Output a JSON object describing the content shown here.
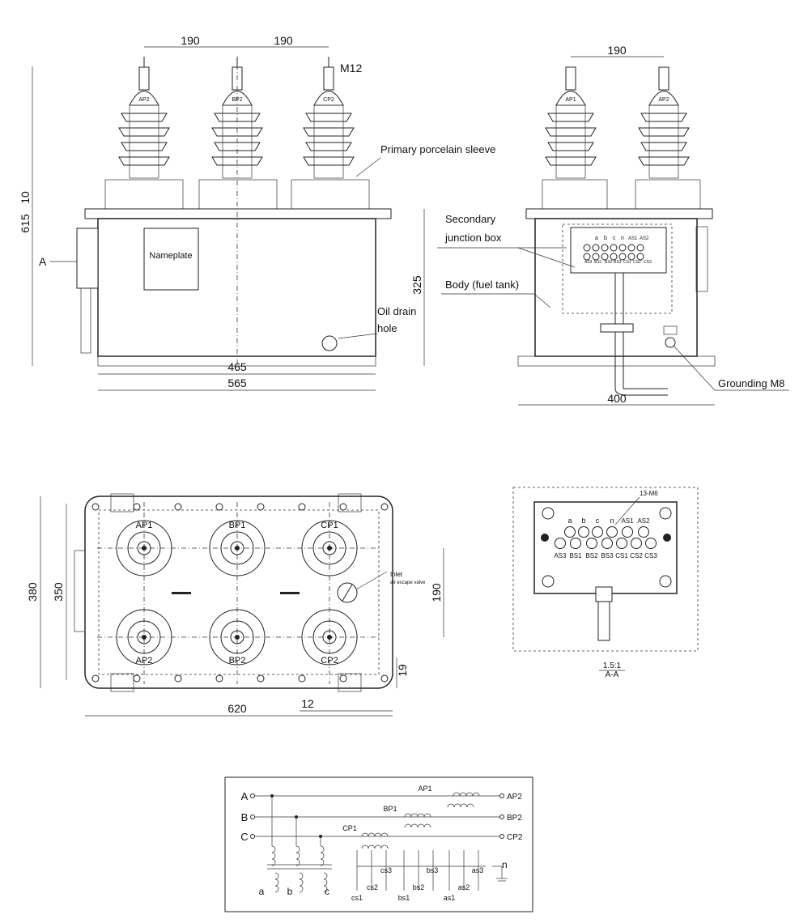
{
  "front_view": {
    "dims": {
      "top_left": "190",
      "top_right": "190",
      "thread": "M12",
      "height_total": "615",
      "height_top": "10",
      "body_height": "325",
      "inner_width": "465",
      "outer_width": "565"
    },
    "terminals": [
      "AP2",
      "BP2",
      "CP2"
    ],
    "labels": {
      "view_arrow": "A",
      "nameplate": "Nameplate",
      "primary_sleeve": "Primary porcelain sleeve",
      "oil_drain_line1": "Oil drain",
      "oil_drain_line2": "hole"
    }
  },
  "side_view": {
    "dims": {
      "top": "190",
      "base": "400"
    },
    "terminals": [
      "AP1",
      "AP2"
    ],
    "labels": {
      "secondary_box_line1": "Secondary",
      "secondary_box_line2": "junction box",
      "body": "Body (fuel tank)",
      "grounding": "Grounding M8"
    },
    "box_top_labels": [
      "a",
      "b",
      "c",
      "n",
      "AS1",
      "AS2"
    ],
    "box_bottom_labels": [
      "AS3",
      "BS1",
      "BS2",
      "BS3",
      "CS1",
      "CS2",
      "CS3"
    ]
  },
  "top_view": {
    "dims": {
      "height_outer": "380",
      "height_inner": "350",
      "spacing": "190",
      "width": "620",
      "foot": "12",
      "edge": "19"
    },
    "top_terminals": [
      "AP1",
      "BP1",
      "CP1"
    ],
    "bottom_terminals": [
      "AP2",
      "BP2",
      "CP2"
    ],
    "valve_line1": "Inlet",
    "valve_line2": "air escape valve"
  },
  "detail_view": {
    "screw_note": "13-M6",
    "top_labels": [
      "a",
      "b",
      "c",
      "n",
      "AS1",
      "AS2"
    ],
    "bottom_labels": [
      "AS3",
      "BS1",
      "BS2",
      "BS3",
      "CS1",
      "CS2",
      "CS3"
    ],
    "scale": "1.5:1",
    "section": "A-A"
  },
  "schematic": {
    "inputs": [
      "A",
      "B",
      "C"
    ],
    "outputs": [
      "AP2",
      "BP2",
      "CP2",
      "n"
    ],
    "primaries": [
      "AP1",
      "BP1",
      "CP1"
    ],
    "secondaries": [
      "cs1",
      "cs2",
      "cs3",
      "bs1",
      "bs2",
      "bs3",
      "as1",
      "as2",
      "as3"
    ],
    "delta": [
      "a",
      "b",
      "c"
    ]
  }
}
